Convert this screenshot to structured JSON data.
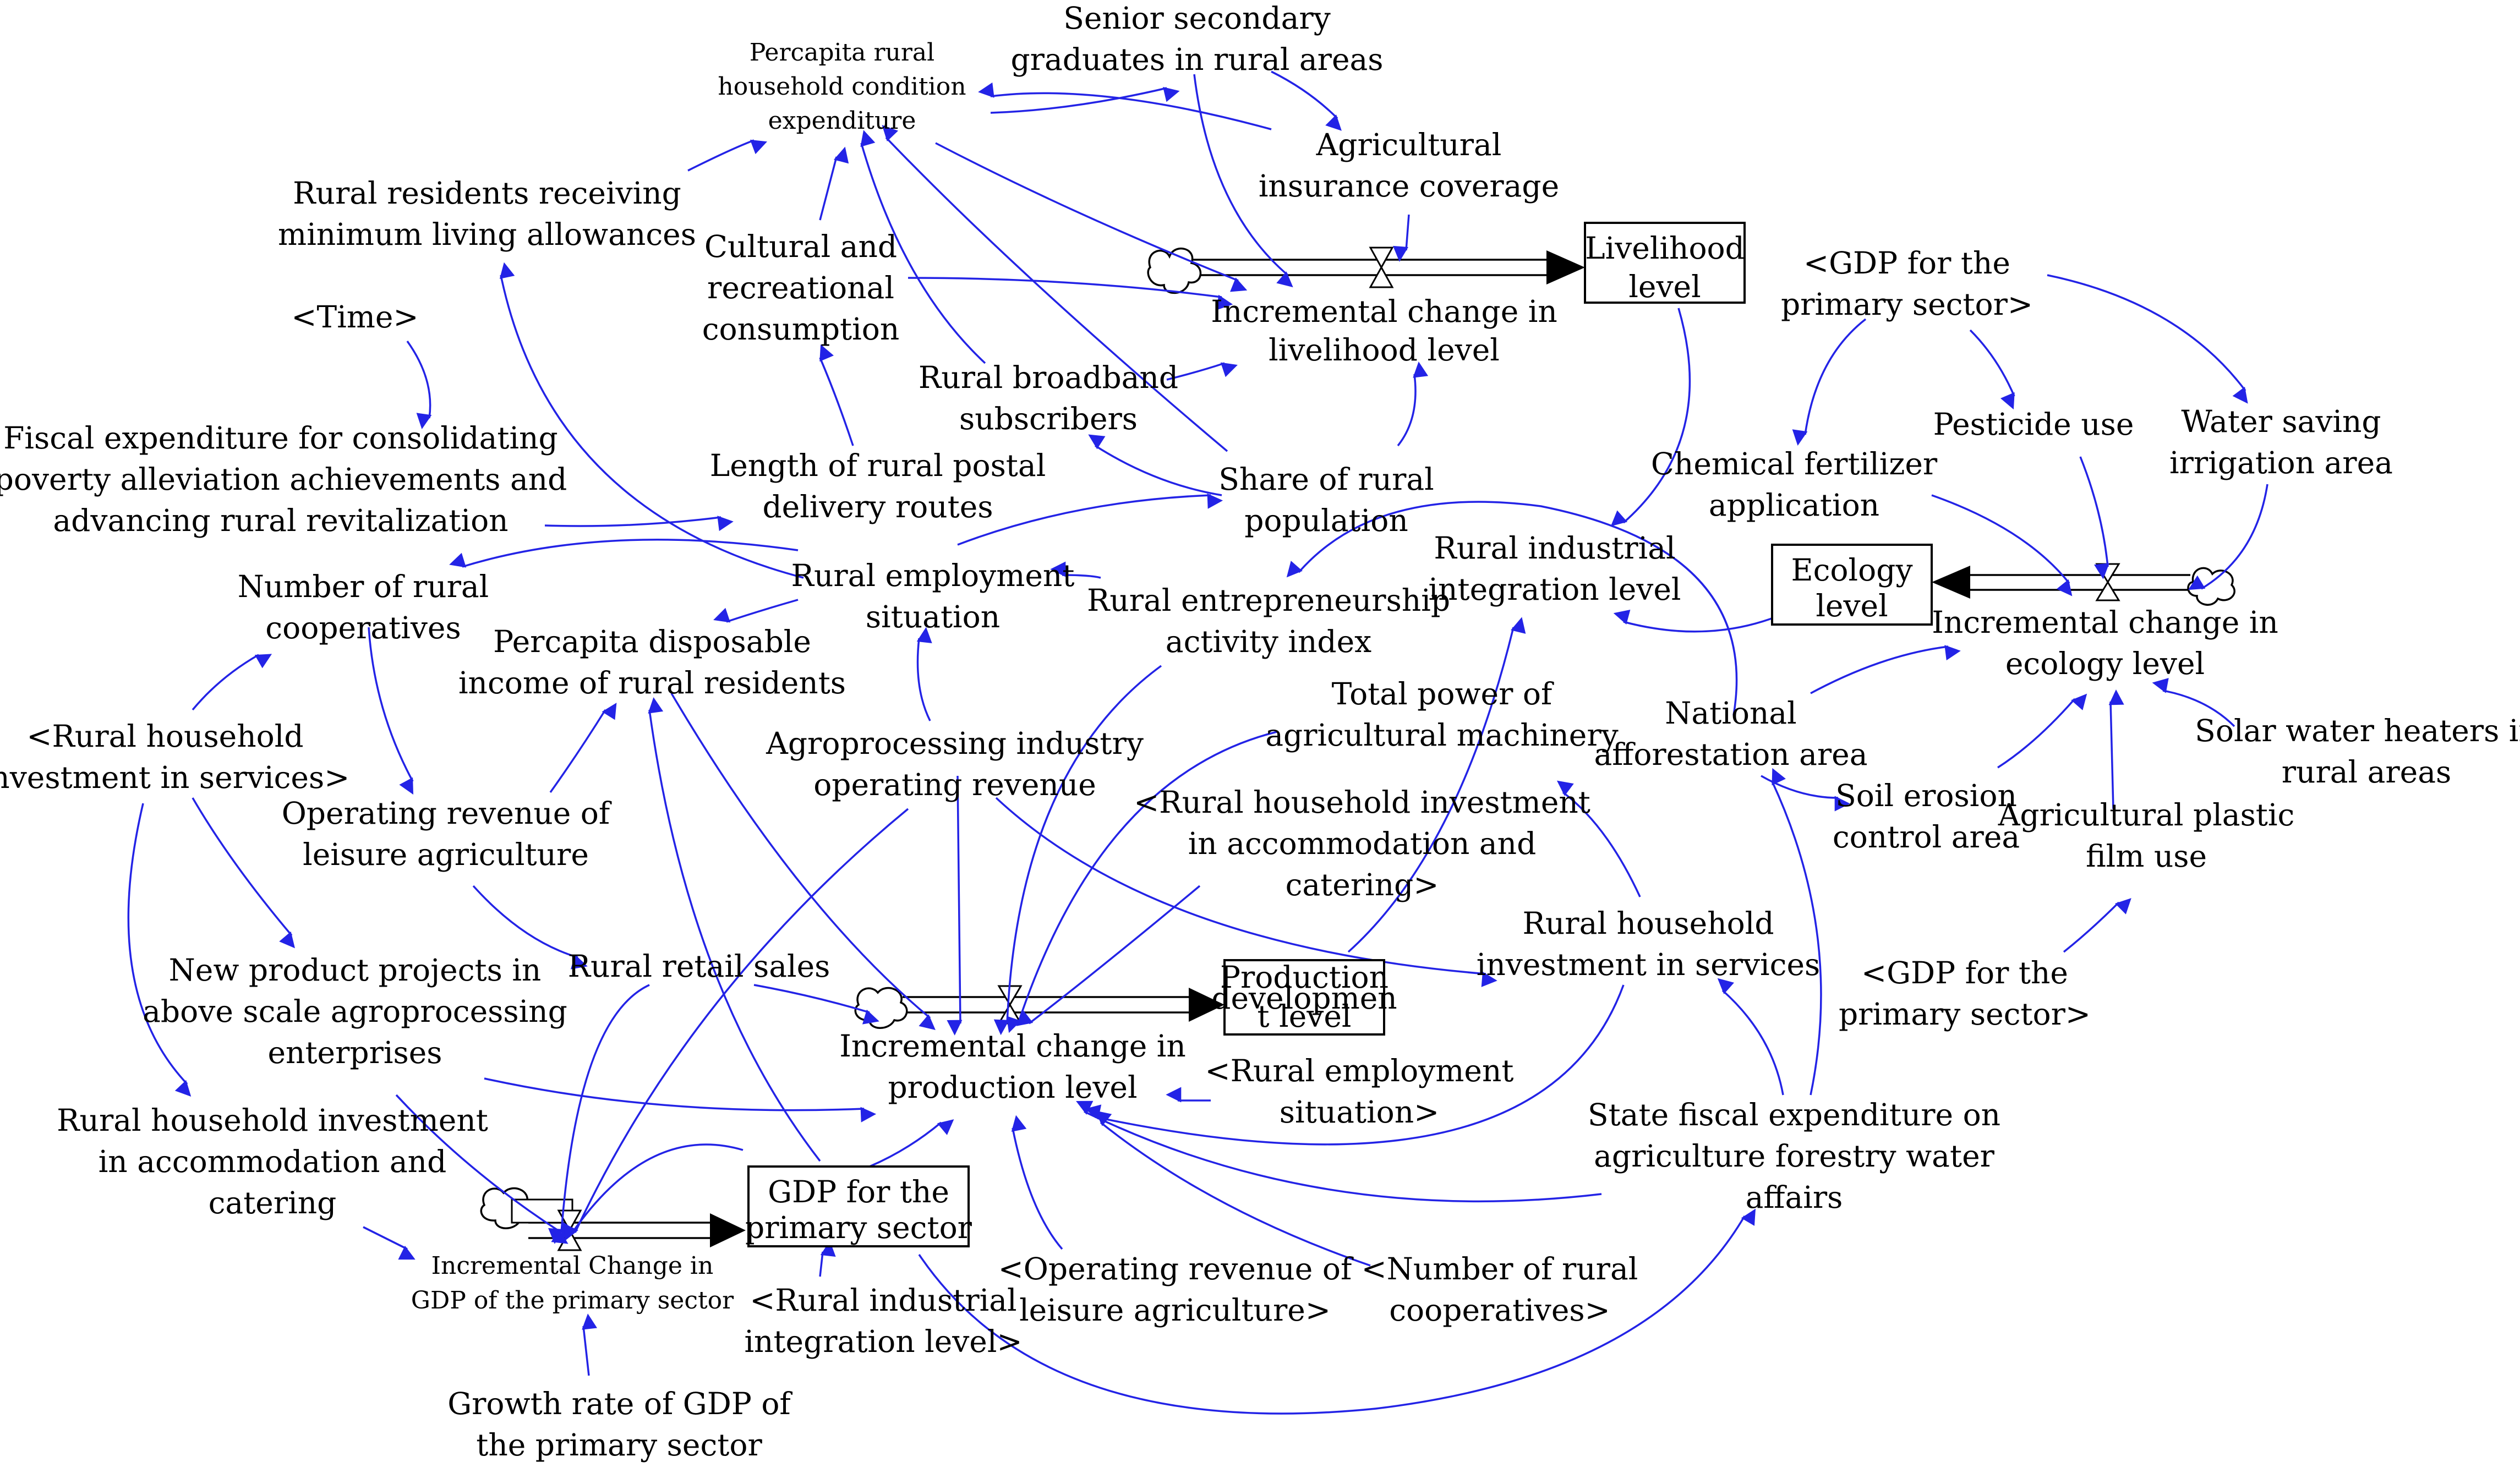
{
  "colors": {
    "link": "#2323e6",
    "flow": "#000000",
    "background": "#ffffff"
  },
  "stocks": {
    "livelihood": [
      "Livelihood",
      "level"
    ],
    "ecology": [
      "Ecology",
      "level"
    ],
    "production": [
      "Production",
      "developmen",
      "t level"
    ],
    "gdp_primary": [
      "GDP for the",
      "primary sector"
    ]
  },
  "flows": {
    "livelihood_change": [
      "Incremental change in",
      "livelihood level"
    ],
    "ecology_change": [
      "Incremental change in",
      "ecology level"
    ],
    "production_change": [
      "Incremental change in",
      "production level"
    ],
    "gdp_change": [
      "Incremental Change in",
      "GDP of the primary sector"
    ]
  },
  "variables": {
    "percapita_expenditure": [
      "Percapita rural",
      "household condition",
      "expenditure"
    ],
    "senior_graduates": [
      "Senior secondary",
      "graduates in rural areas"
    ],
    "insurance": [
      "Agricultural",
      "insurance coverage"
    ],
    "min_allowance": [
      "Rural residents receiving",
      "minimum living allowances"
    ],
    "cultural": [
      "Cultural and",
      "recreational",
      "consumption"
    ],
    "time": [
      "<Time>"
    ],
    "gdp_shadow_top": [
      "<GDP for the",
      "primary sector>"
    ],
    "broadband": [
      "Rural broadband",
      "subscribers"
    ],
    "pesticide": [
      "Pesticide use"
    ],
    "water_saving": [
      "Water saving",
      "irrigation area"
    ],
    "fiscal_poverty": [
      "Fiscal expenditure for consolidating",
      "poverty alleviation achievements and",
      "advancing rural revitalization"
    ],
    "postal": [
      "Length of rural postal",
      "delivery routes"
    ],
    "share_pop": [
      "Share of rural",
      "population"
    ],
    "fertilizer": [
      "Chemical fertilizer",
      "application"
    ],
    "industrial_integration": [
      "Rural industrial",
      "integration level"
    ],
    "rural_coops": [
      "Number of rural",
      "cooperatives"
    ],
    "employment": [
      "Rural employment",
      "situation"
    ],
    "entrepreneurship": [
      "Rural entrepreneurship",
      "activity index"
    ],
    "disposable_income": [
      "Percapita disposable",
      "income of rural residents"
    ],
    "machinery": [
      "Total power of",
      "agricultural machinery"
    ],
    "afforestation": [
      "National",
      "afforestation area"
    ],
    "solar": [
      "Solar water heaters in",
      "rural areas"
    ],
    "services_shadow": [
      "<Rural household",
      "investment in services>"
    ],
    "agroprocessing": [
      "Agroprocessing industry",
      "operating revenue"
    ],
    "accom_shadow_mid": [
      "<Rural household investment",
      "in accommodation and",
      "catering>"
    ],
    "soil_erosion": [
      "Soil erosion",
      "control area"
    ],
    "plastic_film": [
      "Agricultural plastic",
      "film use"
    ],
    "leisure_revenue": [
      "Operating revenue of",
      "leisure agriculture"
    ],
    "new_products": [
      "New product projects in",
      "above scale agroprocessing",
      "enterprises"
    ],
    "retail_sales": [
      "Rural retail sales"
    ],
    "services_investment": [
      "Rural household",
      "investment in services"
    ],
    "gdp_shadow_right": [
      "<GDP for the",
      "primary sector>"
    ],
    "employment_shadow": [
      "<Rural employment",
      "situation>"
    ],
    "accom_investment": [
      "Rural household investment",
      "in accommodation and",
      "catering"
    ],
    "state_fiscal": [
      "State fiscal expenditure on",
      "agriculture forestry water",
      "affairs"
    ],
    "leisure_shadow": [
      "<Operating revenue of",
      "leisure agriculture>"
    ],
    "coops_shadow": [
      "<Number of rural",
      "cooperatives>"
    ],
    "integration_shadow": [
      "<Rural industrial",
      "integration level>"
    ],
    "gdp_growth": [
      "Growth rate of GDP of",
      "the primary sector"
    ]
  }
}
